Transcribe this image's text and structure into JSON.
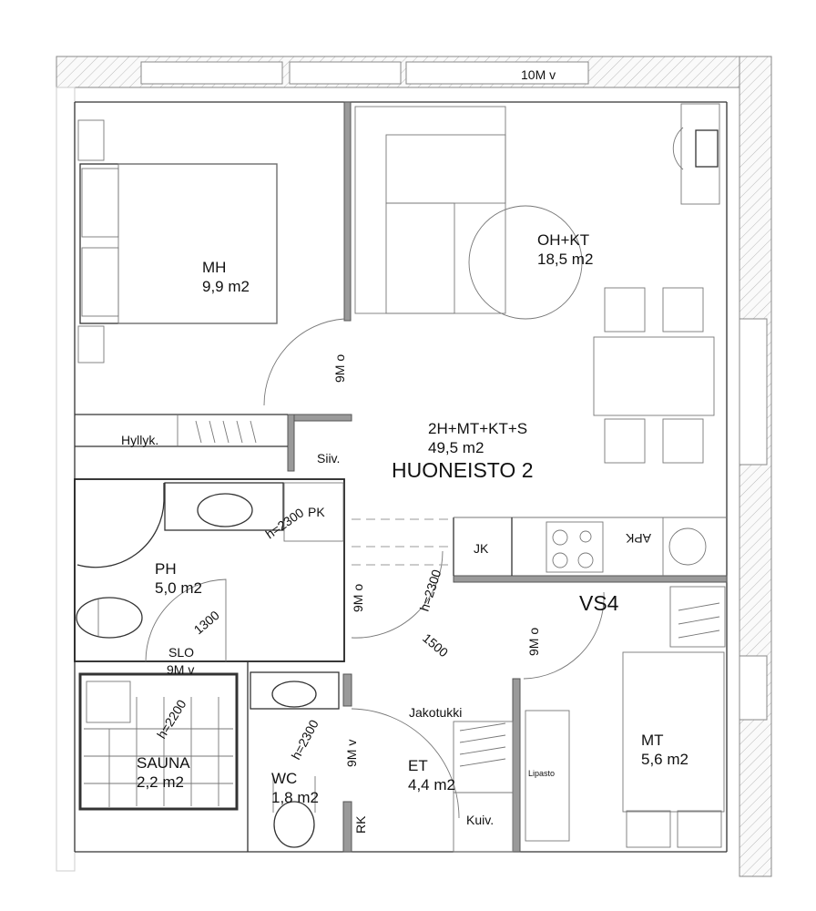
{
  "plan": {
    "apartment_name": "HUONEISTO 2",
    "apartment_type": "2H+MT+KT+S",
    "apartment_area": "49,5 m2",
    "stair_label": "VS4",
    "top_window_label": "10M v",
    "rooms": {
      "mh": {
        "name": "MH",
        "area": "9,9 m2"
      },
      "ohkt": {
        "name": "OH+KT",
        "area": "18,5 m2"
      },
      "ph": {
        "name": "PH",
        "area": "5,0 m2"
      },
      "sauna": {
        "name": "SAUNA",
        "area": "2,2 m2"
      },
      "wc": {
        "name": "WC",
        "area": "1,8 m2"
      },
      "et": {
        "name": "ET",
        "area": "4,4 m2"
      },
      "mt": {
        "name": "MT",
        "area": "5,6 m2"
      }
    },
    "labels": {
      "hyllyk": "Hyllyk.",
      "siiv": "Siiv.",
      "pk": "PK",
      "slo": "SLO",
      "jk": "JK",
      "apk": "APK",
      "jakotukki": "Jakotukki",
      "kuiv": "Kuiv.",
      "rk": "RK",
      "lipasto": "Lipasto"
    },
    "doors": {
      "mh_door": "9M o",
      "ph_door": "9M o",
      "mt_door": "9M o",
      "sauna_door": "9M v",
      "entry_door": "9M v"
    },
    "dimensions": {
      "ph_h": "h=2300",
      "ph_turn": "1300",
      "et_h": "h=2300",
      "et_turn": "1500",
      "sauna_h": "h=2200",
      "wc_h": "h=2300"
    }
  }
}
